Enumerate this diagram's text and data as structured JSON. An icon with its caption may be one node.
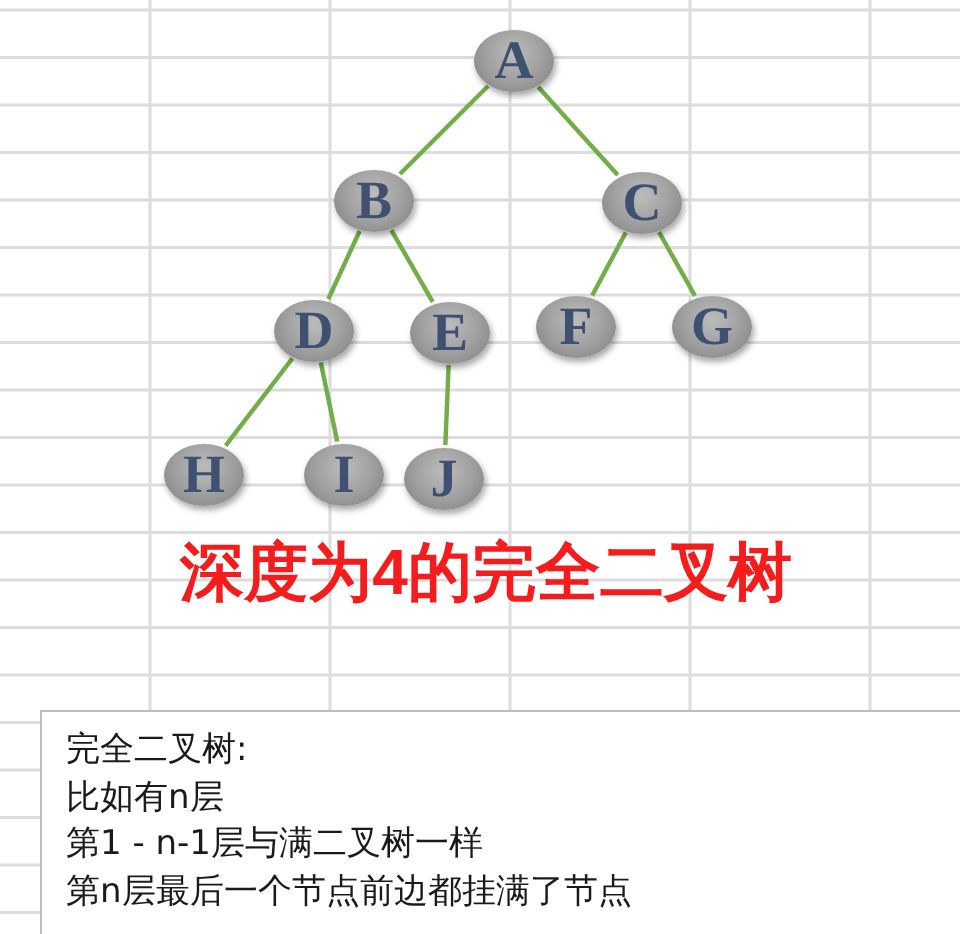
{
  "diagram": {
    "title": "深度为4的完全二叉树",
    "nodes": [
      {
        "text": [
          "A"
        ]
      },
      {
        "text": [
          "B"
        ]
      },
      {
        "text": [
          "C"
        ]
      },
      {
        "text": [
          "D"
        ]
      },
      {
        "text": [
          "E"
        ]
      },
      {
        "text": [
          "F"
        ]
      },
      {
        "text": [
          "G"
        ]
      },
      {
        "text": [
          "H"
        ]
      },
      {
        "text": [
          "I"
        ]
      },
      {
        "text": [
          "J"
        ]
      },
      {
        "text": [
          "完全二叉树:",
          "比如有n层",
          "第1 - n-1层与满二叉树一样",
          "第n层最后一个节点前边都挂满了节点"
        ]
      }
    ],
    "edges": [
      {
        "from": 0,
        "to": 1,
        "arrow": "none"
      },
      {
        "from": 0,
        "to": 2,
        "arrow": "none"
      },
      {
        "from": 1,
        "to": 3,
        "arrow": "none"
      },
      {
        "from": 1,
        "to": 4,
        "arrow": "none"
      },
      {
        "from": 2,
        "to": 5,
        "arrow": "none"
      },
      {
        "from": 2,
        "to": 6,
        "arrow": "none"
      },
      {
        "from": 3,
        "to": 7,
        "arrow": "none"
      },
      {
        "from": 3,
        "to": 8,
        "arrow": "none"
      },
      {
        "from": 4,
        "to": 9,
        "arrow": "none"
      }
    ]
  }
}
